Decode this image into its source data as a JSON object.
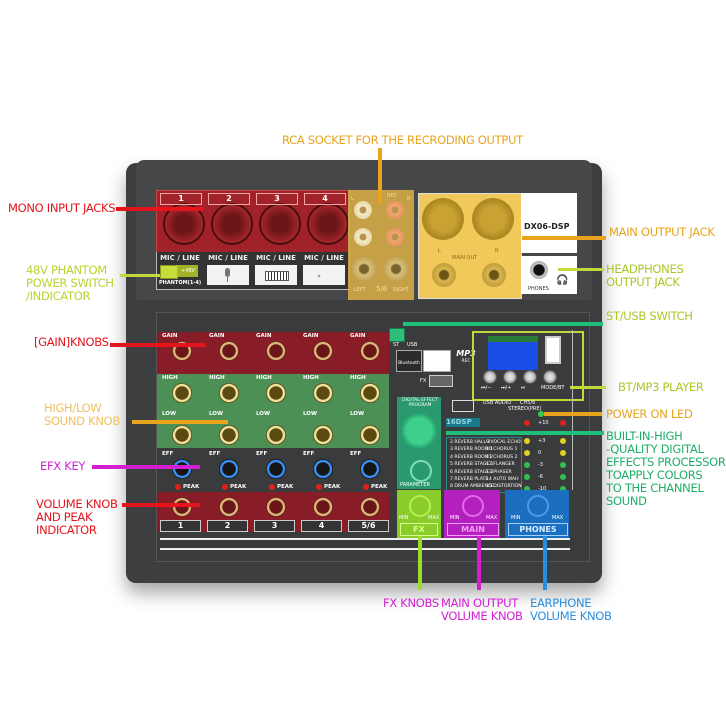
{
  "product": {
    "model": "DX06-DSP",
    "channels": [
      "1",
      "2",
      "3",
      "4",
      "5/6"
    ],
    "input_labels": {
      "mic_line": "MIC / LINE",
      "phantom": "PHANTOM(1-4)",
      "plus48v": "+48V"
    },
    "rec_label": "REC",
    "rca": {
      "left": "L",
      "right": "R",
      "left_jack": "LEFT",
      "right_jack": "RIGHT",
      "channel": "5/6"
    },
    "main_out": {
      "label": "MAIN OUT",
      "left": "L",
      "right": "R"
    },
    "phones_label": "PHONES",
    "knob_labels": {
      "gain": "GAIN",
      "high": "HIGH",
      "low": "LOW",
      "eff": "EFF",
      "peak": "PEAK"
    },
    "st_usb": {
      "st": "ST",
      "usb": "USB"
    },
    "source_icons": [
      "Bluetooth",
      "USB",
      "MP3 AUDIO REC"
    ],
    "fx_switch": "FX",
    "player_buttons": [
      "⏮/−",
      "⏭/+",
      "⏯",
      "MODE/BT"
    ],
    "usb_audio": {
      "label": "USB AUDIO",
      "ch56": "CH5/6",
      "stereo": "STEREO(PRE)"
    },
    "dsp": {
      "title": "DIGITAL EFFECT PROGRAM",
      "parameter": "PARAMETER",
      "badge": "16DSP",
      "effects_left": [
        "REVERB HALL 2",
        "REVERB ROOM 1",
        "REVERB ROOM 2",
        "REVERB STAGE 1",
        "REVERB STAGE 2",
        "REVERB PLATE",
        "DRUM AMBIENCE"
      ],
      "effects_right": [
        "VOCAL ECHO",
        "CHORUS 1",
        "CHORUS 2",
        "FLANGER",
        "PHASER",
        "AUTO WAH",
        "DISTORTION"
      ],
      "effect_numbers_left": [
        "2",
        "3",
        "4",
        "5",
        "6",
        "7",
        "8"
      ],
      "effect_numbers_right": [
        "9",
        "10",
        "11",
        "12",
        "13",
        "14",
        "15"
      ]
    },
    "meter": [
      "+10",
      "+3",
      "0",
      "-3",
      "-6",
      "-10"
    ],
    "sections": {
      "fx": "FX",
      "main": "MAIN",
      "phones": "PHONES",
      "min": "MIN",
      "max": "MAX"
    }
  },
  "callouts": {
    "rca": "RCA SOCKET FOR THE RECRODING OUTPUT",
    "mono_input": "MONO INPUT JACKS",
    "main_output": "MAIN OUTPUT JACK",
    "phantom": "48V PHANTOM\nPOWER SWITCH\n/INDICATOR",
    "headphones": "HEADPHONES\nOUTPUT JACK",
    "st_usb": "ST/USB SWITCH",
    "gain": "[GAIN]KNOBS",
    "bt_mp3": "BT/MP3 PLAYER",
    "high_low": "HIGH/LOW\nSOUND KNOB",
    "power_led": "POWER ON LED",
    "dsp": "BUILT-IN-HIGH\n-QUALITY DIGITAL\nEFFECTS PROCESSOR\nTOAPPLY COLORS\nTO THE CHANNEL\nSOUND",
    "efx": "EFX KEY",
    "volume": "VOLUME KNOB\nAND PEAK\nINDICATOR",
    "fx_knobs": "FX KNOBS",
    "main_volume": "MAIN OUTPUT\nVOLUME KNOB",
    "earphone": "EARPHONE\nVOLUME KNOB"
  },
  "colors": {
    "red": "#e3141c",
    "orange": "#e8a41c",
    "lime": "#b8d430",
    "green": "#1fbf7a",
    "magenta": "#d21fd2",
    "blue": "#2a8ee0",
    "body": "#3d3e40"
  }
}
